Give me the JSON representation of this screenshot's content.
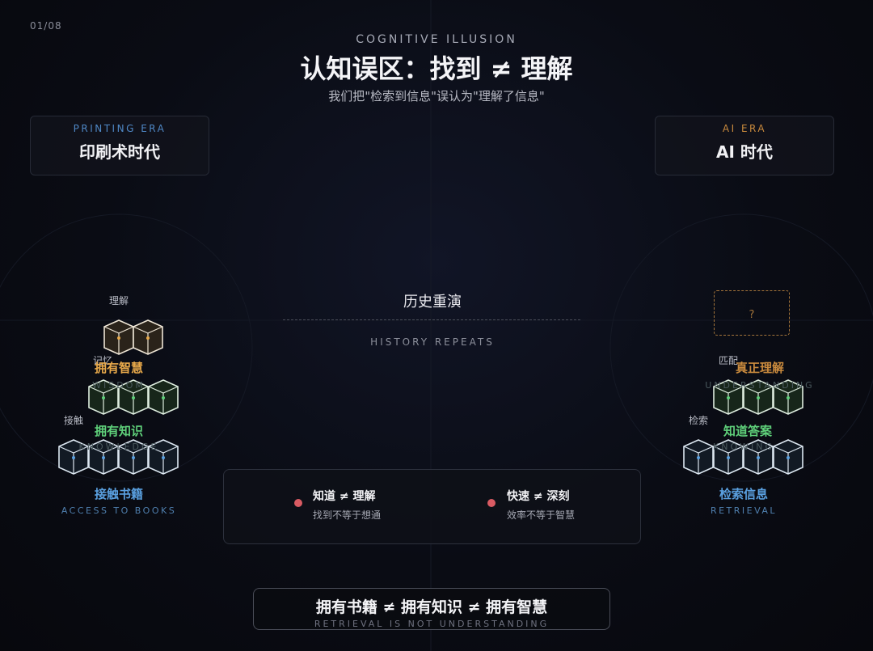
{
  "page_indicator": "01/08",
  "header": {
    "title_en": "COGNITIVE ILLUSION",
    "title": "认知误区：找到 ≠ 理解",
    "subtitle": "我们把\"检索到信息\"误认为\"理解了信息\""
  },
  "left_era": {
    "label_en": "PRINTING ERA",
    "label_zh": "印刷术时代",
    "accent_color": "#4f88c6",
    "levels": {
      "top_small": "理解",
      "mid_small": "记忆",
      "low_small": "接触",
      "wisdom_label": "拥有智慧",
      "wisdom_ghost": "WISDOM",
      "knowledge_label": "拥有知识",
      "knowledge_ghost": "KNOWLEDGE",
      "base_label": "接触书籍",
      "base_en": "ACCESS TO BOOKS"
    }
  },
  "right_era": {
    "label_en": "AI ERA",
    "label_zh": "AI 时代",
    "accent_color": "#c98a3d",
    "question_mark": "?",
    "levels": {
      "mid_small": "匹配",
      "low_small": "检索",
      "understanding_label": "真正理解",
      "understanding_ghost": "UNDERSTANDING",
      "answer_label": "知道答案",
      "answer_ghost": "KNOWING",
      "base_label": "检索信息",
      "base_en": "RETRIEVAL"
    }
  },
  "center": {
    "history_zh": "历史重演",
    "history_en": "HISTORY REPEATS"
  },
  "comparison_panel": {
    "points": [
      {
        "title": "知道 ≠ 理解",
        "subtitle": "找到不等于想通"
      },
      {
        "title": "快速 ≠ 深刻",
        "subtitle": "效率不等于智慧"
      }
    ],
    "dot_color": "#d95b63"
  },
  "footer": {
    "statement": "拥有书籍 ≠ 拥有知识 ≠ 拥有智慧",
    "statement_en": "RETRIEVAL IS NOT UNDERSTANDING"
  },
  "colors": {
    "wisdom": "#e8a94a",
    "knowledge": "#5fd07a",
    "base": "#5aa0e0",
    "understanding": "#c98a3d"
  }
}
